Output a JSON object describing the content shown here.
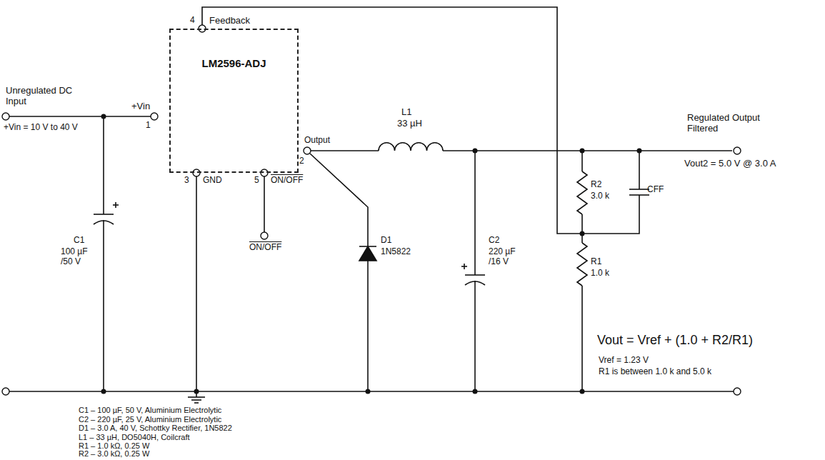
{
  "diagram": {
    "nodes": [
      {
        "text": [
          "LM2596-ADJ"
        ]
      }
    ],
    "labels": [
      "Unregulated DC Input",
      "+Vin = 10 V to 40 V",
      "+Vin",
      "1",
      "Feedback",
      "4",
      "Output",
      "2",
      "3",
      "GND",
      "5",
      "ON/OFF",
      "ON/OFF",
      "L1",
      "33 µH",
      "Regulated Output Filtered",
      "Vout2 = 5.0 V @ 3.0 A",
      "C1",
      "100 µF /50 V",
      "D1",
      "1N5822",
      "C2",
      "220 µF /16 V",
      "R2",
      "3.0 k",
      "CFF",
      "R1",
      "1.0 k",
      "Vout = Vref + (1.0 + R2/R1)",
      "Vref = 1.23 V",
      "R1 is between 1.0 k and 5.0 k",
      "C1 – 100 µF, 50 V, Aluminium Electrolytic",
      "C2 – 220 µF, 25 V, Aluminium Electrolytic",
      "D1 – 3.0 A, 40 V, Schottky Rectifier, 1N5822",
      "L1 – 33 µH, DO5040H, Coilcraft",
      "R1 – 1.0 kΩ, 0.25 W",
      "R2 – 3.0 kΩ, 0.25 W"
    ]
  }
}
